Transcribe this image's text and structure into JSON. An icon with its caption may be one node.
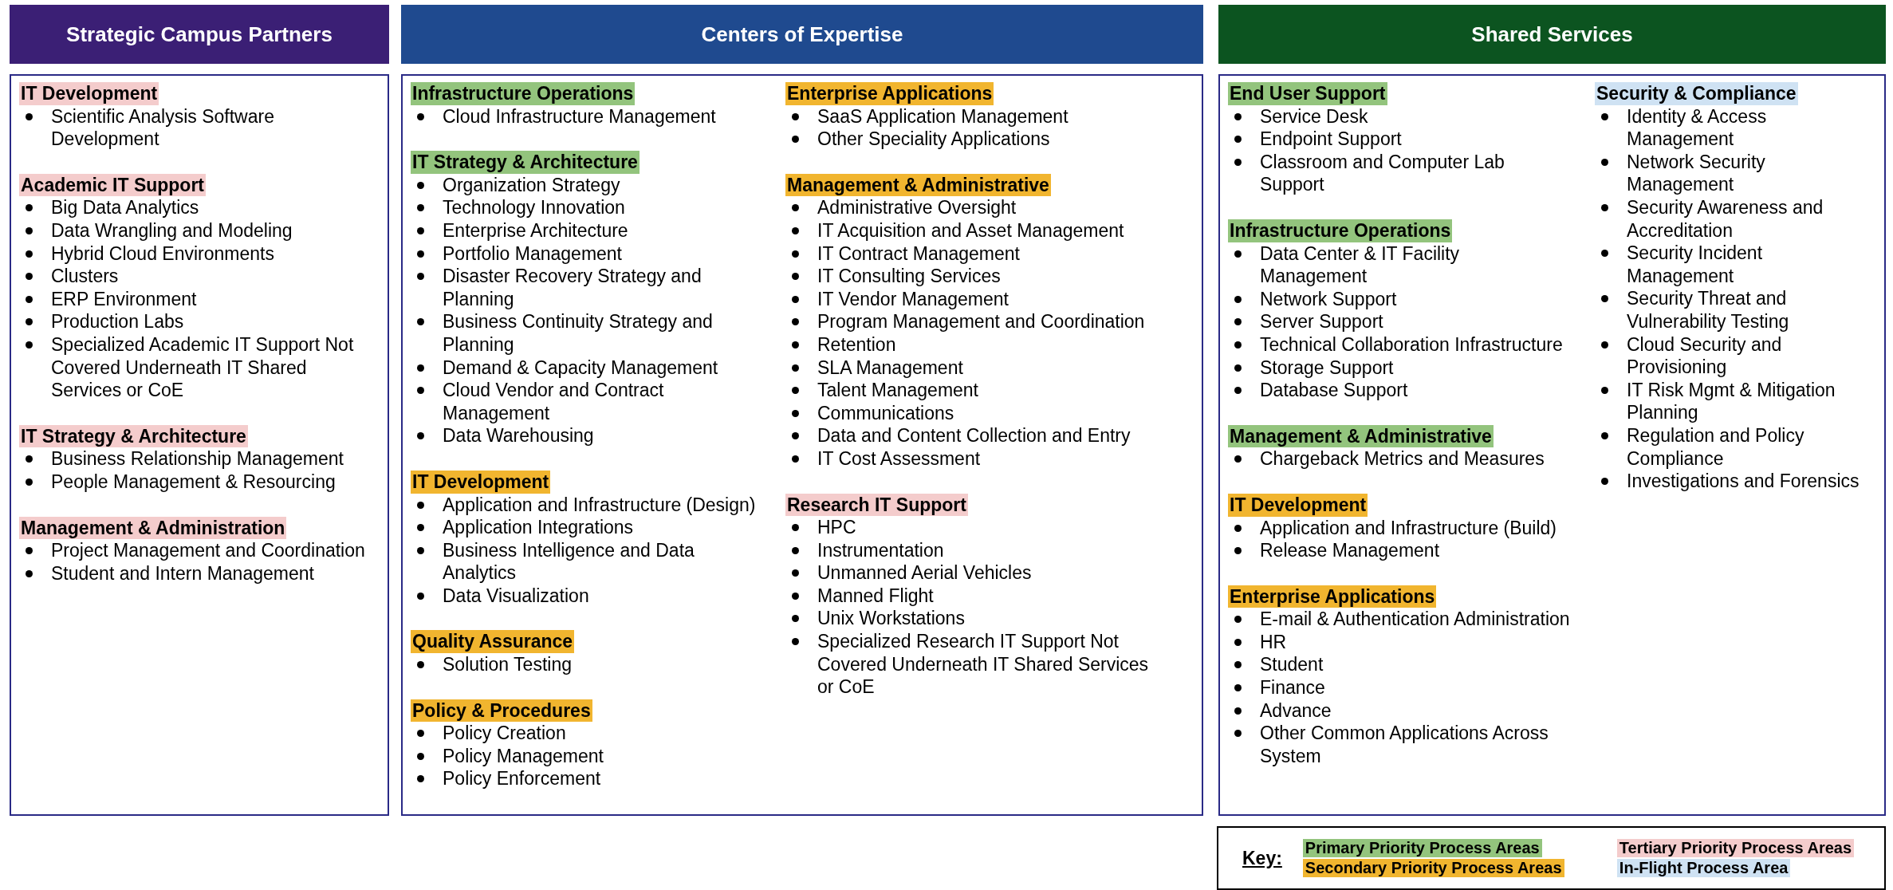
{
  "diagram": {
    "nodes": [
      {
        "text": [
          "Strategic Campus Partners"
        ]
      },
      {
        "text": [
          "Centers of Expertise"
        ]
      },
      {
        "text": [
          "Shared Services"
        ]
      },
      {
        "text": [],
        "shape": "box"
      },
      {
        "text": [],
        "shape": "box"
      },
      {
        "text": [],
        "shape": "box"
      },
      {
        "text": [
          "IT Development",
          "Scientific Analysis Software Development"
        ],
        "in": 3
      },
      {
        "text": [
          "Academic IT Support",
          "Big Data Analytics",
          "Data Wrangling and Modeling",
          "Hybrid Cloud Environments",
          "Clusters",
          "ERP Environment",
          "Production Labs",
          "Specialized Academic IT Support Not Covered Underneath IT Shared Services or CoE"
        ],
        "in": 3
      },
      {
        "text": [
          "IT Strategy & Architecture",
          "Business Relationship Management",
          "People Management & Resourcing"
        ],
        "in": 3
      },
      {
        "text": [
          "Management & Administration",
          "Project Management and Coordination",
          "Student and Intern Management"
        ],
        "in": 3
      },
      {
        "text": [
          "Infrastructure Operations",
          "Cloud Infrastructure Management"
        ],
        "in": 4
      },
      {
        "text": [
          "IT Strategy & Architecture",
          "Organization Strategy",
          "Technology Innovation",
          "Enterprise Architecture",
          "Portfolio Management",
          "Disaster Recovery Strategy and Planning",
          "Business Continuity Strategy and Planning",
          "Demand & Capacity Management",
          "Cloud Vendor and Contract Management",
          "Data Warehousing"
        ],
        "in": 4
      },
      {
        "text": [
          "IT Development",
          "Application and Infrastructure (Design)",
          "Application Integrations",
          "Business Intelligence and Data Analytics",
          "Data Visualization"
        ],
        "in": 4
      },
      {
        "text": [
          "Quality Assurance",
          "Solution Testing"
        ],
        "in": 4
      },
      {
        "text": [
          "Policy & Procedures",
          "Policy Creation",
          "Policy Management",
          "Policy Enforcement"
        ],
        "in": 4
      },
      {
        "text": [
          "Enterprise Applications",
          "SaaS Application Management",
          "Other Speciality Applications"
        ],
        "in": 4
      },
      {
        "text": [
          "Management & Administrative",
          "Administrative Oversight",
          "IT Acquisition and Asset Management",
          "IT Contract Management",
          "IT Consulting Services",
          "IT Vendor Management",
          "Program Management and Coordination",
          "Retention",
          "SLA Management",
          "Talent Management",
          "Communications",
          "Data and Content Collection and Entry",
          "IT Cost Assessment"
        ],
        "in": 4
      },
      {
        "text": [
          "Research IT Support",
          "HPC",
          "Instrumentation",
          "Unmanned Aerial Vehicles",
          "Manned Flight",
          "Unix Workstations",
          "Specialized Research IT Support Not Covered Underneath IT Shared Services or CoE"
        ],
        "in": 4
      },
      {
        "text": [
          "End User Support",
          "Service Desk",
          "Endpoint Support",
          "Classroom and Computer Lab Support"
        ],
        "in": 5
      },
      {
        "text": [
          "Infrastructure Operations",
          "Data Center & IT Facility Management",
          "Network Support",
          "Server Support",
          "Technical Collaboration Infrastructure",
          "Storage Support",
          "Database Support"
        ],
        "in": 5
      },
      {
        "text": [
          "Management & Administrative",
          "Chargeback Metrics and Measures"
        ],
        "in": 5
      },
      {
        "text": [
          "IT Development",
          "Application and Infrastructure (Build)",
          "Release Management"
        ],
        "in": 5
      },
      {
        "text": [
          "Enterprise Applications",
          "E-mail & Authentication Administration",
          "HR",
          "Student",
          "Finance",
          "Advance",
          "Other Common Applications Across System"
        ],
        "in": 5
      },
      {
        "text": [
          "Security & Compliance",
          "Identity & Access Management",
          "Network Security Management",
          "Security Awareness and Accreditation",
          "Security Incident Management",
          "Security Threat and Vulnerability Testing",
          "Cloud Security and Provisioning",
          "IT Risk Mgmt & Mitigation Planning",
          "Regulation and Policy Compliance",
          "Investigations and Forensics"
        ],
        "in": 5
      },
      {
        "text": [
          "Key:"
        ]
      }
    ],
    "legend": [
      {
        "text": "Primary Priority Process Areas",
        "color": "#93c47d"
      },
      {
        "text": "Secondary Priority Process Areas",
        "color": "#f1b52f"
      },
      {
        "text": "Tertiary Priority Process Areas",
        "color": "#f4cccc"
      },
      {
        "text": "In-Flight Process Area",
        "color": "#cfe2f3"
      }
    ]
  }
}
